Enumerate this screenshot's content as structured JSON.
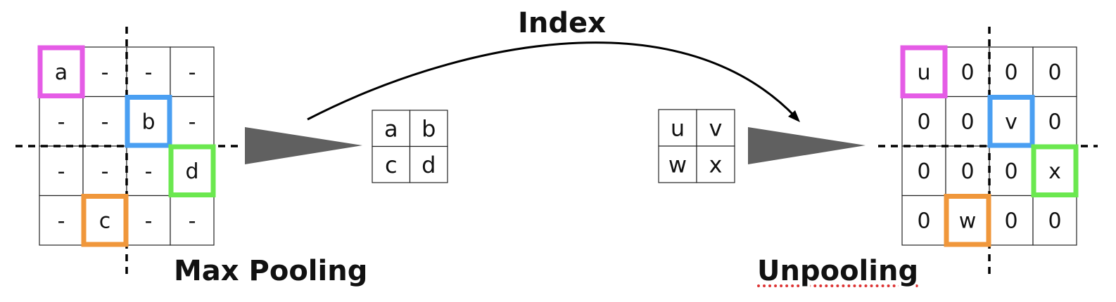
{
  "labels": {
    "index": "Index",
    "max_pooling": "Max Pooling",
    "unpooling": "Unpooling"
  },
  "colors": {
    "magenta": "#e55ce6",
    "blue": "#4a9ff2",
    "green": "#6be84f",
    "orange": "#f0973b",
    "arrow_fill": "#606060",
    "grid_line": "#222222",
    "dash": "#000000"
  },
  "input_grid": {
    "cells": [
      [
        "a",
        "-",
        "-",
        "-"
      ],
      [
        "-",
        "-",
        "b",
        "-"
      ],
      [
        "-",
        "-",
        "-",
        "d"
      ],
      [
        "-",
        "c",
        "-",
        "-"
      ]
    ],
    "highlights": [
      {
        "row": 0,
        "col": 0,
        "color": "magenta"
      },
      {
        "row": 1,
        "col": 2,
        "color": "blue"
      },
      {
        "row": 2,
        "col": 3,
        "color": "green"
      },
      {
        "row": 3,
        "col": 1,
        "color": "orange"
      }
    ]
  },
  "pooled_grid": {
    "cells": [
      [
        "a",
        "b"
      ],
      [
        "c",
        "d"
      ]
    ]
  },
  "unpool_input_grid": {
    "cells": [
      [
        "u",
        "v"
      ],
      [
        "w",
        "x"
      ]
    ]
  },
  "output_grid": {
    "cells": [
      [
        "u",
        "0",
        "0",
        "0"
      ],
      [
        "0",
        "0",
        "v",
        "0"
      ],
      [
        "0",
        "0",
        "0",
        "x"
      ],
      [
        "0",
        "w",
        "0",
        "0"
      ]
    ],
    "highlights": [
      {
        "row": 0,
        "col": 0,
        "color": "magenta"
      },
      {
        "row": 1,
        "col": 2,
        "color": "blue"
      },
      {
        "row": 2,
        "col": 3,
        "color": "green"
      },
      {
        "row": 3,
        "col": 1,
        "color": "orange"
      }
    ]
  }
}
